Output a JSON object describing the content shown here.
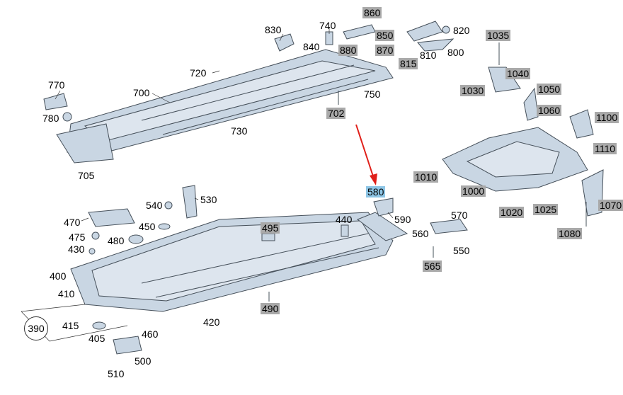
{
  "diagram": {
    "highlight_color": "#8ec6e6",
    "label_box_color": "#a9a9a9",
    "arrow_color": "#e0201a",
    "part_color": "#c9d6e3",
    "part_stroke": "#46505a",
    "labels": [
      {
        "key": "860",
        "text": "860",
        "style": "gray"
      },
      {
        "key": "850",
        "text": "850",
        "style": "gray"
      },
      {
        "key": "880",
        "text": "880",
        "style": "gray"
      },
      {
        "key": "870",
        "text": "870",
        "style": "gray"
      },
      {
        "key": "830",
        "text": "830",
        "style": "plain"
      },
      {
        "key": "840",
        "text": "840",
        "style": "plain"
      },
      {
        "key": "740",
        "text": "740",
        "style": "plain"
      },
      {
        "key": "820",
        "text": "820",
        "style": "plain"
      },
      {
        "key": "810",
        "text": "810",
        "style": "plain"
      },
      {
        "key": "800",
        "text": "800",
        "style": "plain"
      },
      {
        "key": "815",
        "text": "815",
        "style": "gray"
      },
      {
        "key": "1035",
        "text": "1035",
        "style": "gray"
      },
      {
        "key": "1040",
        "text": "1040",
        "style": "gray"
      },
      {
        "key": "1030",
        "text": "1030",
        "style": "gray"
      },
      {
        "key": "1050",
        "text": "1050",
        "style": "gray"
      },
      {
        "key": "1060",
        "text": "1060",
        "style": "gray"
      },
      {
        "key": "1100",
        "text": "1100",
        "style": "gray"
      },
      {
        "key": "1110",
        "text": "1110",
        "style": "gray"
      },
      {
        "key": "1010",
        "text": "1010",
        "style": "gray"
      },
      {
        "key": "1000",
        "text": "1000",
        "style": "gray"
      },
      {
        "key": "1020",
        "text": "1020",
        "style": "gray"
      },
      {
        "key": "1025",
        "text": "1025",
        "style": "gray"
      },
      {
        "key": "1070",
        "text": "1070",
        "style": "gray"
      },
      {
        "key": "1080",
        "text": "1080",
        "style": "gray"
      },
      {
        "key": "720",
        "text": "720",
        "style": "plain"
      },
      {
        "key": "770",
        "text": "770",
        "style": "plain"
      },
      {
        "key": "700",
        "text": "700",
        "style": "plain"
      },
      {
        "key": "750",
        "text": "750",
        "style": "plain"
      },
      {
        "key": "780",
        "text": "780",
        "style": "plain"
      },
      {
        "key": "702",
        "text": "702",
        "style": "gray"
      },
      {
        "key": "730",
        "text": "730",
        "style": "plain"
      },
      {
        "key": "705",
        "text": "705",
        "style": "plain"
      },
      {
        "key": "580",
        "text": "580",
        "style": "blue"
      },
      {
        "key": "540",
        "text": "540",
        "style": "plain"
      },
      {
        "key": "530",
        "text": "530",
        "style": "plain"
      },
      {
        "key": "590",
        "text": "590",
        "style": "plain"
      },
      {
        "key": "570",
        "text": "570",
        "style": "plain"
      },
      {
        "key": "470",
        "text": "470",
        "style": "plain"
      },
      {
        "key": "450",
        "text": "450",
        "style": "plain"
      },
      {
        "key": "495",
        "text": "495",
        "style": "gray"
      },
      {
        "key": "440",
        "text": "440",
        "style": "plain"
      },
      {
        "key": "560",
        "text": "560",
        "style": "plain"
      },
      {
        "key": "475",
        "text": "475",
        "style": "plain"
      },
      {
        "key": "480",
        "text": "480",
        "style": "plain"
      },
      {
        "key": "550",
        "text": "550",
        "style": "plain"
      },
      {
        "key": "430",
        "text": "430",
        "style": "plain"
      },
      {
        "key": "565",
        "text": "565",
        "style": "gray"
      },
      {
        "key": "400",
        "text": "400",
        "style": "plain"
      },
      {
        "key": "410",
        "text": "410",
        "style": "plain"
      },
      {
        "key": "490",
        "text": "490",
        "style": "gray"
      },
      {
        "key": "390",
        "text": "390",
        "style": "circle"
      },
      {
        "key": "415",
        "text": "415",
        "style": "plain"
      },
      {
        "key": "420",
        "text": "420",
        "style": "plain"
      },
      {
        "key": "460",
        "text": "460",
        "style": "plain"
      },
      {
        "key": "405",
        "text": "405",
        "style": "plain"
      },
      {
        "key": "500",
        "text": "500",
        "style": "plain"
      },
      {
        "key": "510",
        "text": "510",
        "style": "plain"
      }
    ]
  }
}
